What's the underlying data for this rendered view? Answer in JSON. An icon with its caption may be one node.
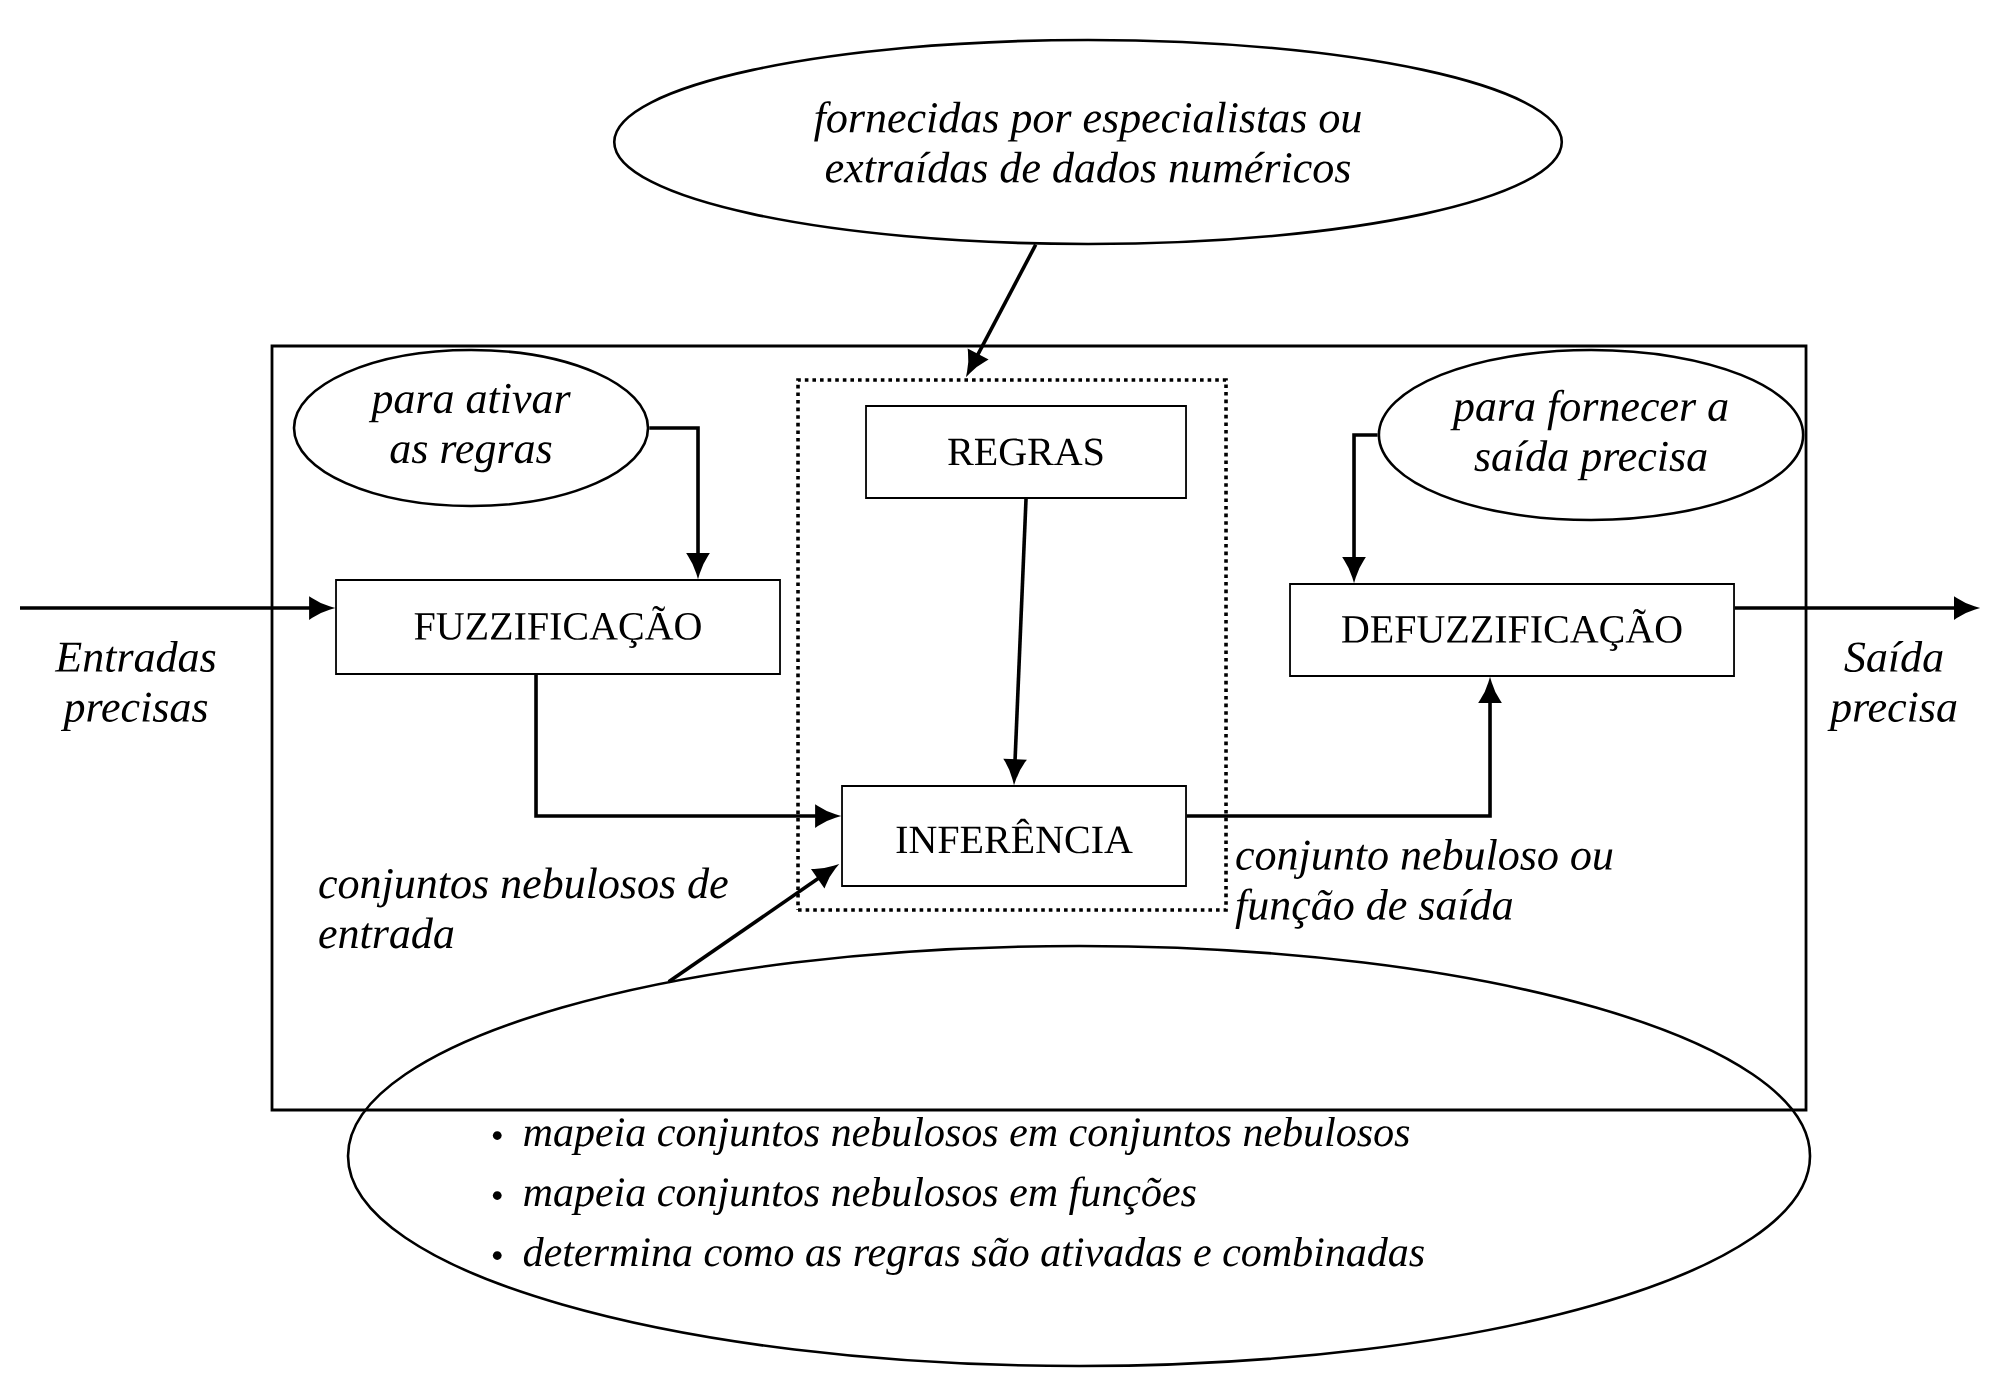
{
  "diagram": {
    "nodes": [
      {
        "text": [
          "fornecidas por especialistas ou extraídas de dados numéricos"
        ]
      },
      {
        "text": [],
        "shape": "box"
      },
      {
        "text": [
          "para ativar as regras"
        ],
        "in": 1
      },
      {
        "text": [],
        "shape": "box",
        "in": 1
      },
      {
        "text": [
          "REGRAS"
        ],
        "in": 3
      },
      {
        "text": [
          "para fornecer a saída precisa"
        ],
        "in": 1
      },
      {
        "text": [
          "FUZZIFICAÇÃO"
        ],
        "in": 1
      },
      {
        "text": [
          "DEFUZZIFICAÇÃO"
        ],
        "in": 1
      },
      {
        "text": [
          "INFERÊNCIA"
        ],
        "in": 3
      },
      {
        "text": [
          "mapeia conjuntos nebulosos em conjuntos nebulosos",
          "mapeia conjuntos nebulosos em funções",
          "determina como as regras são ativadas e combinadas"
        ]
      }
    ],
    "edges": [
      {
        "from": null,
        "to": 6,
        "arrow": "to",
        "label": "Entradas precisas"
      },
      {
        "from": 2,
        "to": 6,
        "arrow": "to"
      },
      {
        "from": 5,
        "to": 7,
        "arrow": "to"
      },
      {
        "from": 0,
        "to": 4,
        "arrow": "to"
      },
      {
        "from": 4,
        "to": 8,
        "arrow": "to"
      },
      {
        "from": 6,
        "to": 8,
        "arrow": "to",
        "label": "conjuntos nebulosos de entrada"
      },
      {
        "from": 8,
        "to": 7,
        "arrow": "to",
        "label": "conjunto nebuloso ou função de saída"
      },
      {
        "from": 9,
        "to": 8,
        "arrow": "to"
      },
      {
        "from": 7,
        "to": null,
        "arrow": "to",
        "label": "Saída precisa"
      }
    ]
  }
}
